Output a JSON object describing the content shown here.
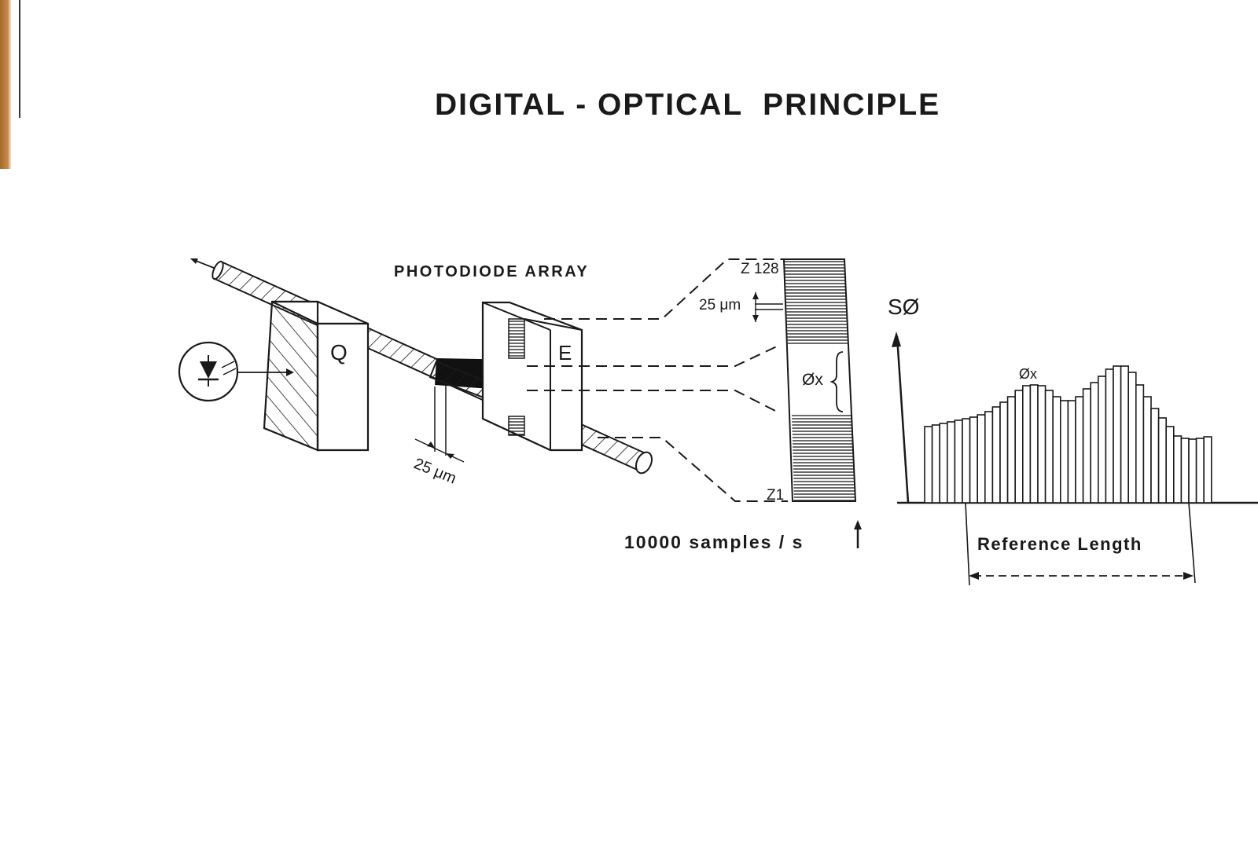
{
  "title": "DIGITAL - OPTICAL  PRINCIPLE",
  "labels": {
    "photodiode_array": "PHOTODIODE ARRAY",
    "block_q": "Q",
    "block_e": "E",
    "wire_sample": "25 μm",
    "pitch": "25 μm",
    "z128": "Z 128",
    "z1": "Z1",
    "diameter_x": "Øx",
    "signal_axis": "SØ",
    "peak_label": "Øx",
    "sample_rate": "10000 samples / s",
    "reference_length": "Reference Length"
  },
  "colors": {
    "ink": "#1a1a1a",
    "paper": "#ffffff",
    "edge": "#b57738"
  }
}
